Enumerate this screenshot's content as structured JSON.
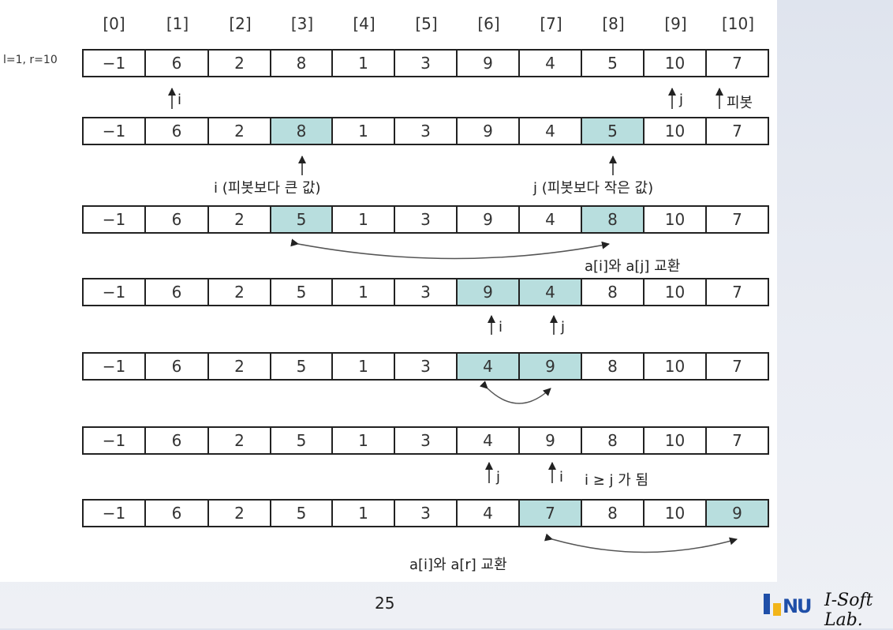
{
  "indices": [
    "[0]",
    "[1]",
    "[2]",
    "[3]",
    "[4]",
    "[5]",
    "[6]",
    "[7]",
    "[8]",
    "[9]",
    "[10]"
  ],
  "row_label": "l=1, r=10",
  "rows": [
    {
      "values": [
        "−1",
        "6",
        "2",
        "8",
        "1",
        "3",
        "9",
        "4",
        "5",
        "10",
        "7"
      ],
      "highlight": []
    },
    {
      "values": [
        "−1",
        "6",
        "2",
        "8",
        "1",
        "3",
        "9",
        "4",
        "5",
        "10",
        "7"
      ],
      "highlight": [
        3,
        8
      ]
    },
    {
      "values": [
        "−1",
        "6",
        "2",
        "5",
        "1",
        "3",
        "9",
        "4",
        "8",
        "10",
        "7"
      ],
      "highlight": [
        3,
        8
      ]
    },
    {
      "values": [
        "−1",
        "6",
        "2",
        "5",
        "1",
        "3",
        "9",
        "4",
        "8",
        "10",
        "7"
      ],
      "highlight": [
        6,
        7
      ]
    },
    {
      "values": [
        "−1",
        "6",
        "2",
        "5",
        "1",
        "3",
        "4",
        "9",
        "8",
        "10",
        "7"
      ],
      "highlight": [
        6,
        7
      ]
    },
    {
      "values": [
        "−1",
        "6",
        "2",
        "5",
        "1",
        "3",
        "4",
        "9",
        "8",
        "10",
        "7"
      ],
      "highlight": []
    },
    {
      "values": [
        "−1",
        "6",
        "2",
        "5",
        "1",
        "3",
        "4",
        "7",
        "8",
        "10",
        "9"
      ],
      "highlight": [
        7,
        10
      ]
    }
  ],
  "annotations": {
    "r0_i": "i",
    "r0_j": "j",
    "r0_pivot": "피봇",
    "r1_i": "i (피봇보다 큰 값)",
    "r1_j": "j (피봇보다 작은 값)",
    "r2_swap": "a[i]와 a[j] 교환",
    "r3_i": "i",
    "r3_j": "j",
    "r5_j": "j",
    "r5_i": "i",
    "r5_cond": "i ≥ j 가 됨",
    "r6_swap": "a[i]와 a[r] 교환"
  },
  "footer": {
    "page": "25",
    "lab": "I-Soft Lab.",
    "logo": "INU"
  },
  "colors": {
    "highlight": "#b8dede",
    "logo_blue": "#1f4fa8",
    "logo_gold": "#f2b51a"
  }
}
